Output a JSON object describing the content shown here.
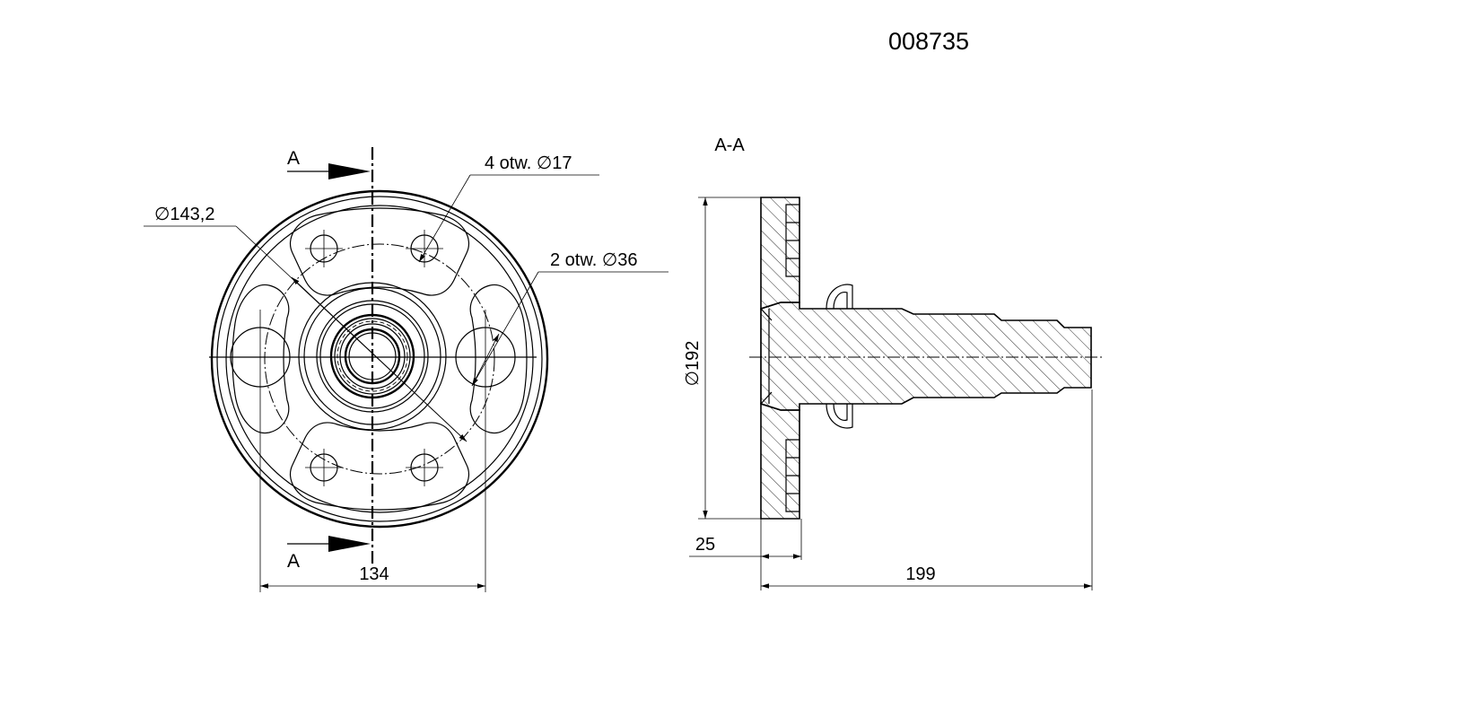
{
  "drawing": {
    "part_number": "008735",
    "section_title": "A-A",
    "section_marker_top": "A",
    "section_marker_bottom": "A",
    "callouts": {
      "bolt_holes": "4 otw. ∅17",
      "large_holes": "2 otw. ∅36",
      "pitch_diameter": "∅143,2",
      "flange_diameter": "∅192"
    },
    "dimensions": {
      "hole_spacing": "134",
      "flange_thickness": "25",
      "overall_length": "199"
    }
  }
}
